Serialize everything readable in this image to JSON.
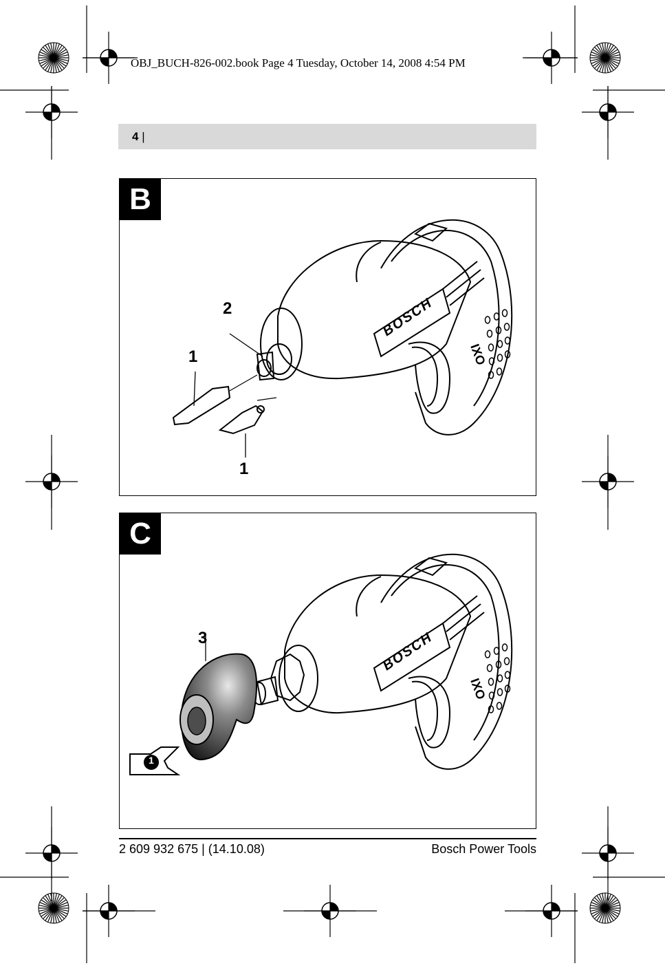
{
  "print_header": "OBJ_BUCH-826-002.book  Page 4  Tuesday, October 14, 2008  4:54 PM",
  "page": {
    "number": "4",
    "separator": "|"
  },
  "figures": [
    {
      "label": "B",
      "callouts": {
        "top": "2",
        "mid": "1",
        "bottom": "1"
      },
      "brand": "BOSCH",
      "model": "IXO"
    },
    {
      "label": "C",
      "callouts": {
        "top": "3"
      },
      "brand": "BOSCH",
      "model": "IXO",
      "step_icon": "1"
    }
  ],
  "footer": {
    "left": "2 609 932 675 | (14.10.08)",
    "right": "Bosch Power Tools"
  }
}
